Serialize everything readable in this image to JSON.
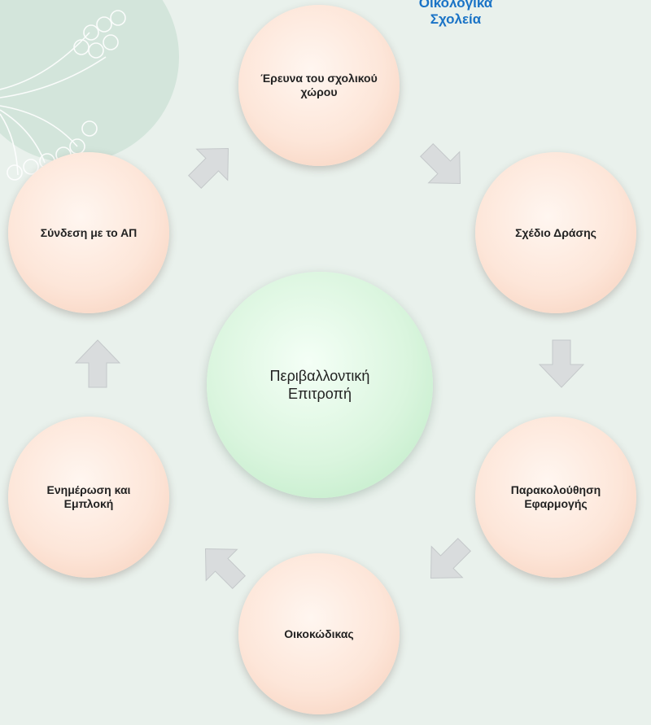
{
  "logo": {
    "line1": "Οικολογικά",
    "line2": "Σχολεία"
  },
  "center": {
    "label": "Περιβαλλοντική Επιτροπή"
  },
  "steps": [
    {
      "label": "Έρευνα του σχολικού χώρου"
    },
    {
      "label": "Σχέδιο Δράσης"
    },
    {
      "label": "Παρακολούθηση Εφαρμογής"
    },
    {
      "label": "Οικοκώδικας"
    },
    {
      "label": "Ενημέρωση και Εμπλοκή"
    },
    {
      "label": "Σύνδεση με το ΑΠ"
    }
  ],
  "colors": {
    "step_fill": "#fde6d9",
    "center_fill": "#daf5de",
    "arrow": "#d9dcdd",
    "logo": "#1a73c6",
    "background": "#e9f1ec"
  },
  "icons": [
    "arrow-icon"
  ]
}
